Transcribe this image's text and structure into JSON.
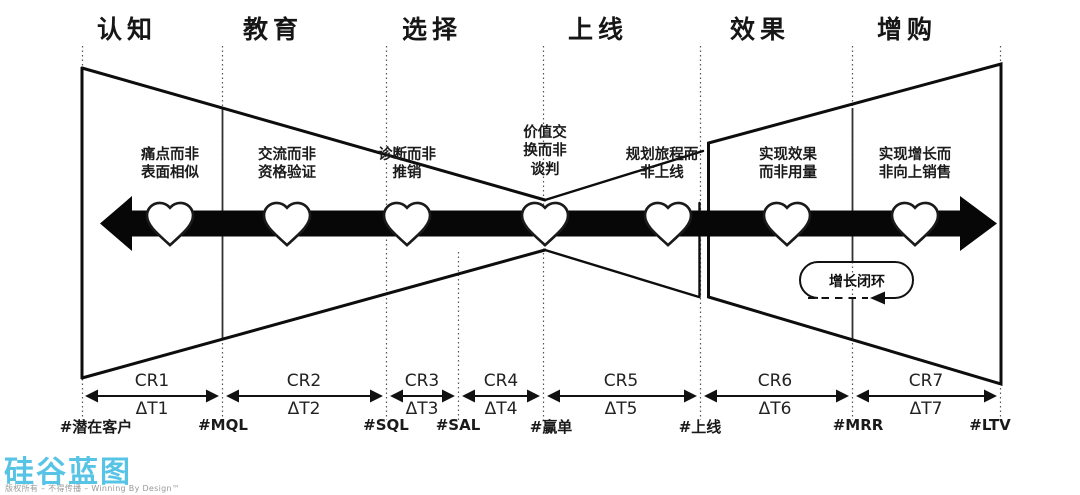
{
  "stages": [
    "认知",
    "教育",
    "选择",
    "上线",
    "效果",
    "增购"
  ],
  "touchpoints": [
    "痛点而非\n表面相似",
    "交流而非\n资格验证",
    "诊断而非\n推销",
    "价值交\n换而非\n谈判",
    "规划旅程而\n非上线",
    "实现效果\n而非用量",
    "实现增长而\n非向上销售"
  ],
  "loop": {
    "label": "增长闭环"
  },
  "conversion_rates": [
    "CR1",
    "CR2",
    "CR3",
    "CR4",
    "CR5",
    "CR6",
    "CR7"
  ],
  "time_deltas": [
    "ΔT1",
    "ΔT2",
    "ΔT3",
    "ΔT4",
    "ΔT5",
    "ΔT6",
    "ΔT7"
  ],
  "milestones": [
    "#潜在客户",
    "#MQL",
    "#SQL",
    "#SAL",
    "#赢单",
    "#上线",
    "#MRR",
    "#LTV"
  ],
  "icons": {
    "touchpoint_marker": "heart-icon"
  },
  "footer": {
    "logo": "硅谷蓝图",
    "copyright": "版权所有 – 不得传播 – Winning By Design™"
  },
  "colors": {
    "line": "#111111",
    "logo_blue": "#57C4E5"
  }
}
